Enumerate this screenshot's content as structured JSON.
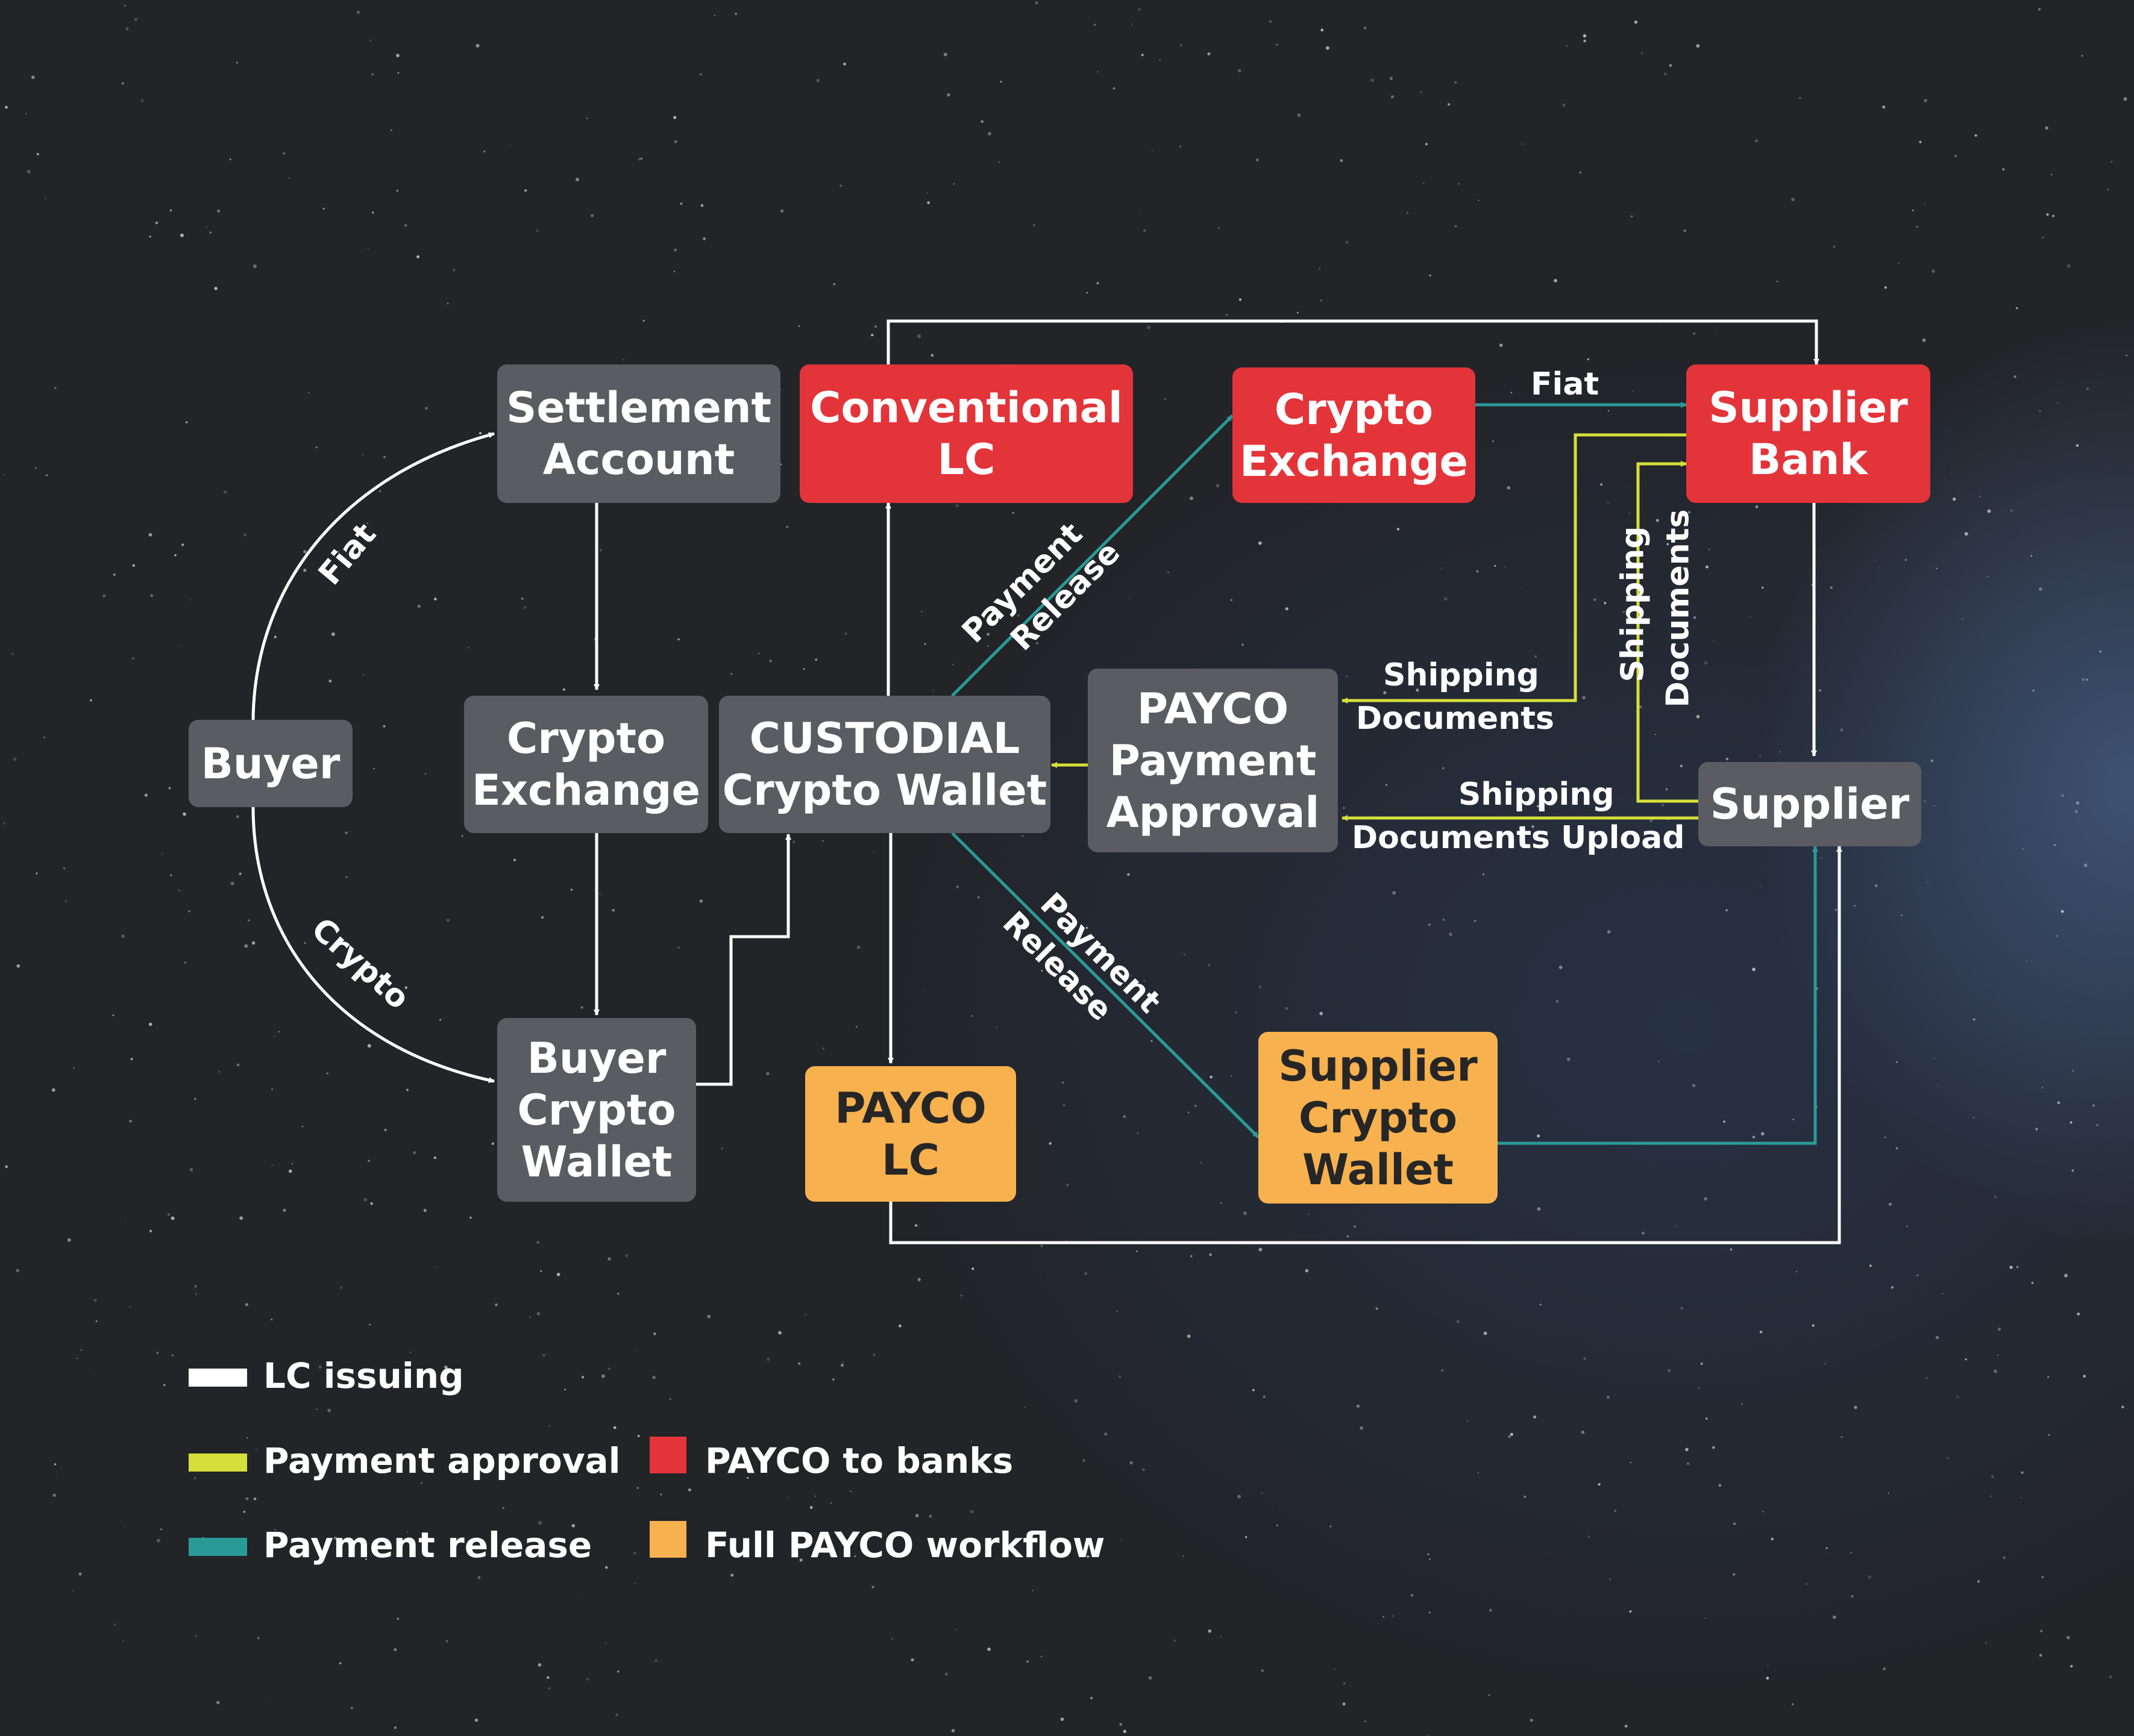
{
  "nodes": {
    "buyer": "Buyer",
    "settlement_account": "Settlement\nAccount",
    "buyer_crypto_exchange": "Crypto\nExchange",
    "buyer_crypto_wallet": "Buyer\nCrypto\nWallet",
    "custodial_wallet": "CUSTODIAL\nCrypto Wallet",
    "conventional_lc": "Conventional\nLC",
    "payco_lc": "PAYCO\nLC",
    "supplier_crypto_exchange": "Crypto\nExchange",
    "supplier_bank": "Supplier\nBank",
    "payco_payment_approval": "PAYCO\nPayment\nApproval",
    "supplier": "Supplier",
    "supplier_crypto_wallet": "Supplier\nCrypto\nWallet"
  },
  "edge_labels": {
    "fiat_buyer": "Fiat",
    "crypto_buyer": "Crypto",
    "fiat_exchange_bank": "Fiat",
    "payment_release_up_1": "Payment",
    "payment_release_up_2": "Release",
    "payment_release_down_1": "Payment",
    "payment_release_down_2": "Release",
    "shipping_documents_1": "Shipping",
    "shipping_documents_2": "Documents",
    "shipping_upload_1": "Shipping",
    "shipping_upload_2": "Documents Upload",
    "vertical_shipping": "Shipping",
    "vertical_documents": "Documents"
  },
  "legend": {
    "lc_issuing": "LC issuing",
    "payment_approval": "Payment approval",
    "payment_release": "Payment release",
    "payco_to_banks": "PAYCO to banks",
    "full_payco_workflow": "Full PAYCO workflow"
  },
  "colors": {
    "lc_issuing": "#ffffff",
    "payment_approval": "#d6df3a",
    "payment_release": "#2a9a98",
    "payco_to_banks": "#e3343a",
    "full_payco_workflow": "#f7b14e",
    "node_gray": "#5a5c61"
  }
}
